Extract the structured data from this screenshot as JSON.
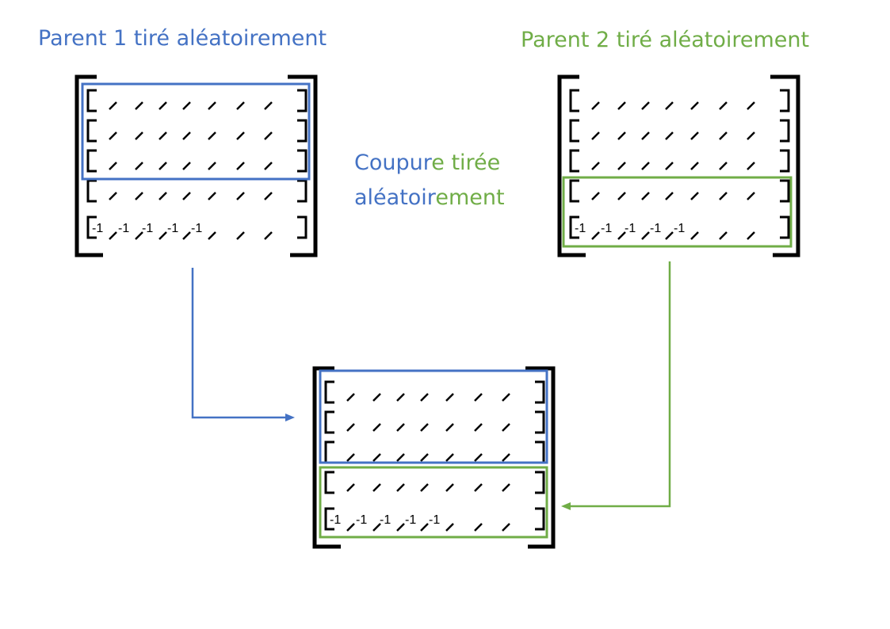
{
  "colors": {
    "parent1": "#4472C4",
    "parent2": "#70AD47",
    "ink": "#000000"
  },
  "parent1": {
    "title": "Parent 1 tiré aléatoirement"
  },
  "parent2": {
    "title": "Parent 2 tiré aléatoirement"
  },
  "cut": {
    "line1_blue": "Coupur",
    "line1_green": "e tirée",
    "line2_blue": "aléatoir",
    "line2_green": "ement"
  },
  "matrix": {
    "rows": 5,
    "slashes_per_row": 7,
    "last_row_labels": [
      "-1",
      "-1",
      "-1",
      "-1",
      "-1"
    ]
  }
}
